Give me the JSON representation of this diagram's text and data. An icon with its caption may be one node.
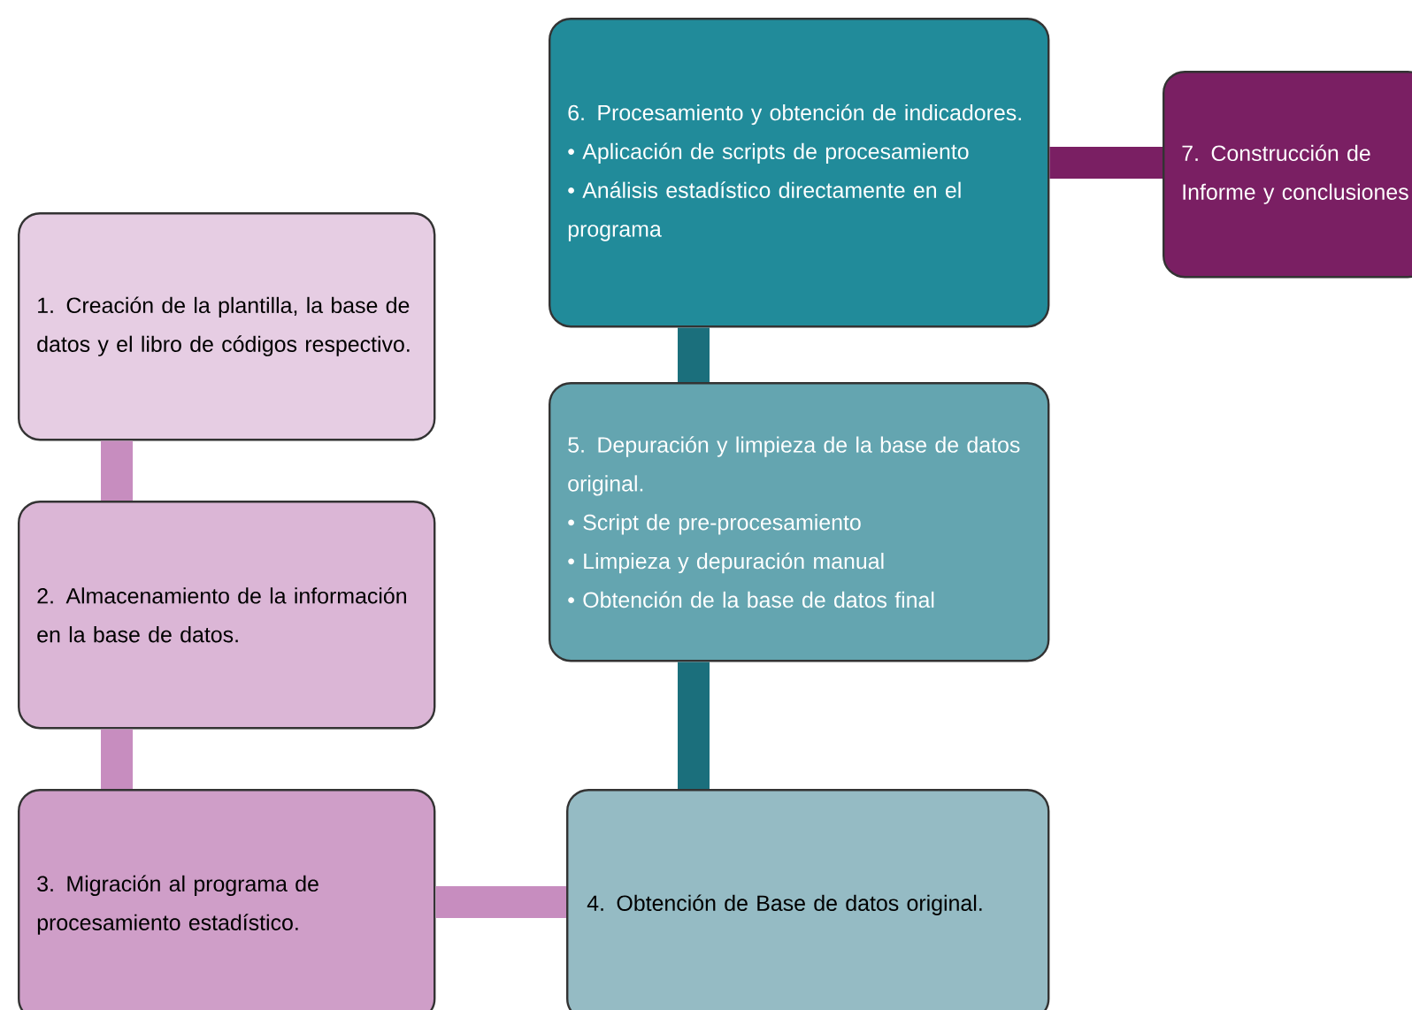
{
  "diagram": {
    "nodes": [
      {
        "text": [
          "1. Creación de la plantilla, la base de datos y el libro de códigos respectivo."
        ]
      },
      {
        "text": [
          "2. Almacenamiento de la información en la base de datos."
        ]
      },
      {
        "text": [
          "3. Migración al programa de procesamiento estadístico."
        ]
      },
      {
        "text": [
          "4. Obtención de Base de datos original."
        ]
      },
      {
        "text": [
          "5. Depuración y limpieza de la base de datos original.",
          "• Script de pre-procesamiento",
          "• Limpieza y depuración manual",
          "• Obtención de la base de datos final"
        ]
      },
      {
        "text": [
          "6. Procesamiento y obtención de indicadores.",
          "• Aplicación de scripts de procesamiento",
          "• Análisis estadístico directamente en el programa"
        ]
      },
      {
        "text": [
          "7. Construcción de Informe y conclusiones"
        ]
      }
    ],
    "edges": [
      {
        "from": 0,
        "to": 1,
        "arrow": "none",
        "color": "#c78dbf"
      },
      {
        "from": 1,
        "to": 2,
        "arrow": "none",
        "color": "#c78dbf"
      },
      {
        "from": 2,
        "to": 3,
        "arrow": "none",
        "color": "#c78dbf"
      },
      {
        "from": 3,
        "to": 4,
        "arrow": "none",
        "color": "#1b6f7c"
      },
      {
        "from": 4,
        "to": 5,
        "arrow": "none",
        "color": "#1b6f7c"
      },
      {
        "from": 5,
        "to": 6,
        "arrow": "none",
        "color": "#7a1f63"
      }
    ]
  }
}
